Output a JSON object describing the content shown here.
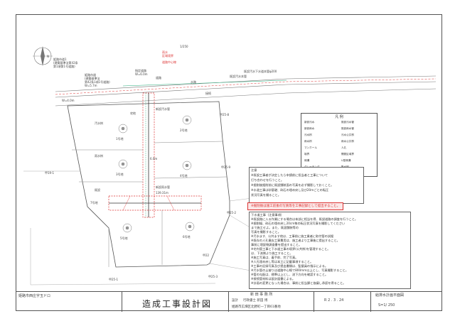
{
  "map": {
    "north_label": "N",
    "top_left_box": [
      "姫路市道1",
      "(建築基準法第42条",
      "第1項第1号道路)"
    ],
    "road_left_note": [
      "姫路市道",
      "(建築基準法",
      "第42条1項1号道路)",
      "W=5.7m",
      "W=4.0m"
    ],
    "road_center_note": [
      "指定道路",
      "W=6.0m"
    ],
    "scale_label": "1/250",
    "top_red_box": [
      "雨水",
      "区域境界"
    ],
    "top_red_label": "道路中心線",
    "sewer_note": "既設汚水下水道本管φ200",
    "sewer_note2": "既設汚水本管",
    "drain_label": "水路",
    "new_road_label": "道路",
    "lot_labels": [
      "甲25-8",
      "甲25-9",
      "甲25-2",
      "甲19-1",
      "甲22",
      "甲25-1",
      "甲25-3"
    ],
    "lot_plots": [
      "1号地",
      "2号地",
      "3号地",
      "4号地",
      "5号地",
      "6号地",
      "7号地"
    ],
    "side_notes": [
      "汚水桝",
      "雨水桝"
    ],
    "small_notes": [
      "新設汚水管",
      "新設雨水管",
      "既設",
      "接続"
    ],
    "dim_labels": [
      "139.31m",
      "6.0m",
      "宅地"
    ]
  },
  "legend": {
    "title": "凡 例",
    "rows": [
      {
        "symbol": "新設汚水",
        "text": "既設汚水管"
      },
      {
        "symbol": "新設雨水",
        "text": "既設雨水管"
      },
      {
        "symbol": "汚水桝",
        "text": "汚水公共桝"
      },
      {
        "symbol": "雨水桝",
        "text": "雨水公共桝"
      },
      {
        "symbol": "マンホール",
        "text": "人孔"
      },
      {
        "symbol": "境界",
        "text": "開発区域界"
      },
      {
        "symbol": "側溝",
        "text": "U型側溝"
      },
      {
        "symbol": "グレーチング",
        "text": "集水桝"
      }
    ]
  },
  "notes1": {
    "title": "注意",
    "lines": [
      "※既設工事者が決定したら申請前に担当者と工事について",
      "  打ち合わせを行うこと。",
      "※掘削後掘削前に既設舗装面の写真を必ず撮影しておくこと。",
      "※水道工事は砂基礎、砕石の埋め戻し及び20mごとの転圧",
      "  状況写真を撮ること。"
    ]
  },
  "banner": "※掘削後は施工前後の写真等を工事記録として提出すること。",
  "notes2": {
    "title": "下水道工事（注意事項）",
    "lines": [
      "※既設路に入る作業にする場合は本部に相当を得、既設道路の調査を行うこと。",
      "※掘削幅、砕石の埋め戻し20cm毎の転圧状況写真を撮影してください",
      "  まで施工せよ。また、既設舗装等の",
      "  写真を撮影すること。",
      "※汚水ます、公共ます他は、工事前に施工業者に取付管の試掘",
      "※既存の人孔撤去工事費用は、施工者より工事後に提出すること。",
      "  事前に埋設物調査書を提出すること。",
      "※宅内管工事と下水道工事の境界(公共桝)を管理すること。",
      "  は、下流側より施工すること。",
      "※施工写真は、着手前、完了写真。",
      "※人孔埋め戻し等は本工に記載事項すること。",
      "※工事の記録写真及び提出書類は、監督員の指示による。",
      "※汚水管の土被りは道路中心線で800mm以上とし、写真撮影すること。",
      "※管の勾配は、標準以上とし、流下方向を確認すること。",
      "※接続管材料は設計図書による。",
      "※計画の変更になった場合は、事前に担当課と協議し承認を得ること。"
    ]
  },
  "title_block": {
    "location_label": "姫路市西庄字玉ドロ",
    "drawing_title": "造成工事設計図",
    "applicant_header": "新 田 事 務 所",
    "designer_label": "設計",
    "designer_name": "行政書士 新田 博",
    "address": "姫路市広畑区北野町一丁目61番地",
    "date": "R 2 . 3 . 24",
    "sheet_name": "給排水計画平面図",
    "scale": "S=1/ 250"
  }
}
